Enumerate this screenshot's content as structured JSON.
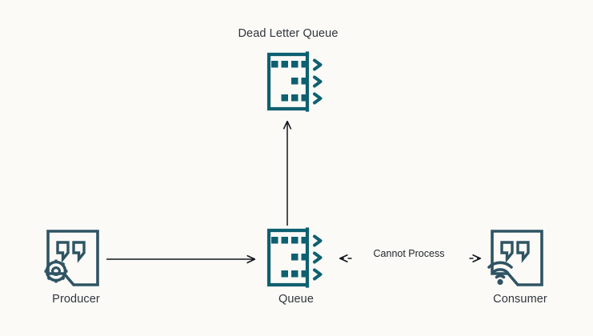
{
  "diagram": {
    "title_node": "Dead Letter Queue",
    "background_color": "#fbfaf7",
    "accent_color": "#0e6070",
    "icon_outline_color": "#2f5463",
    "arrow_color": "#12161c",
    "text_color": "#30353c"
  },
  "nodes": [
    {
      "id": "producer",
      "label": "Producer",
      "icon": "producer-speech-gear-icon"
    },
    {
      "id": "queue",
      "label": "Queue",
      "icon": "queue-icon"
    },
    {
      "id": "dlq",
      "label": "Dead Letter Queue",
      "icon": "queue-icon"
    },
    {
      "id": "consumer",
      "label": "Consumer",
      "icon": "consumer-speech-wifi-icon"
    }
  ],
  "edges": [
    {
      "id": "producer-to-queue",
      "from": "producer",
      "to": "queue",
      "label": "",
      "style": "solid",
      "direction": "forward"
    },
    {
      "id": "queue-to-dlq",
      "from": "queue",
      "to": "dlq",
      "label": "",
      "style": "solid",
      "direction": "forward"
    },
    {
      "id": "queue-consumer",
      "from": "queue",
      "to": "consumer",
      "label": "Cannot Process",
      "style": "dashed",
      "direction": "both"
    }
  ]
}
